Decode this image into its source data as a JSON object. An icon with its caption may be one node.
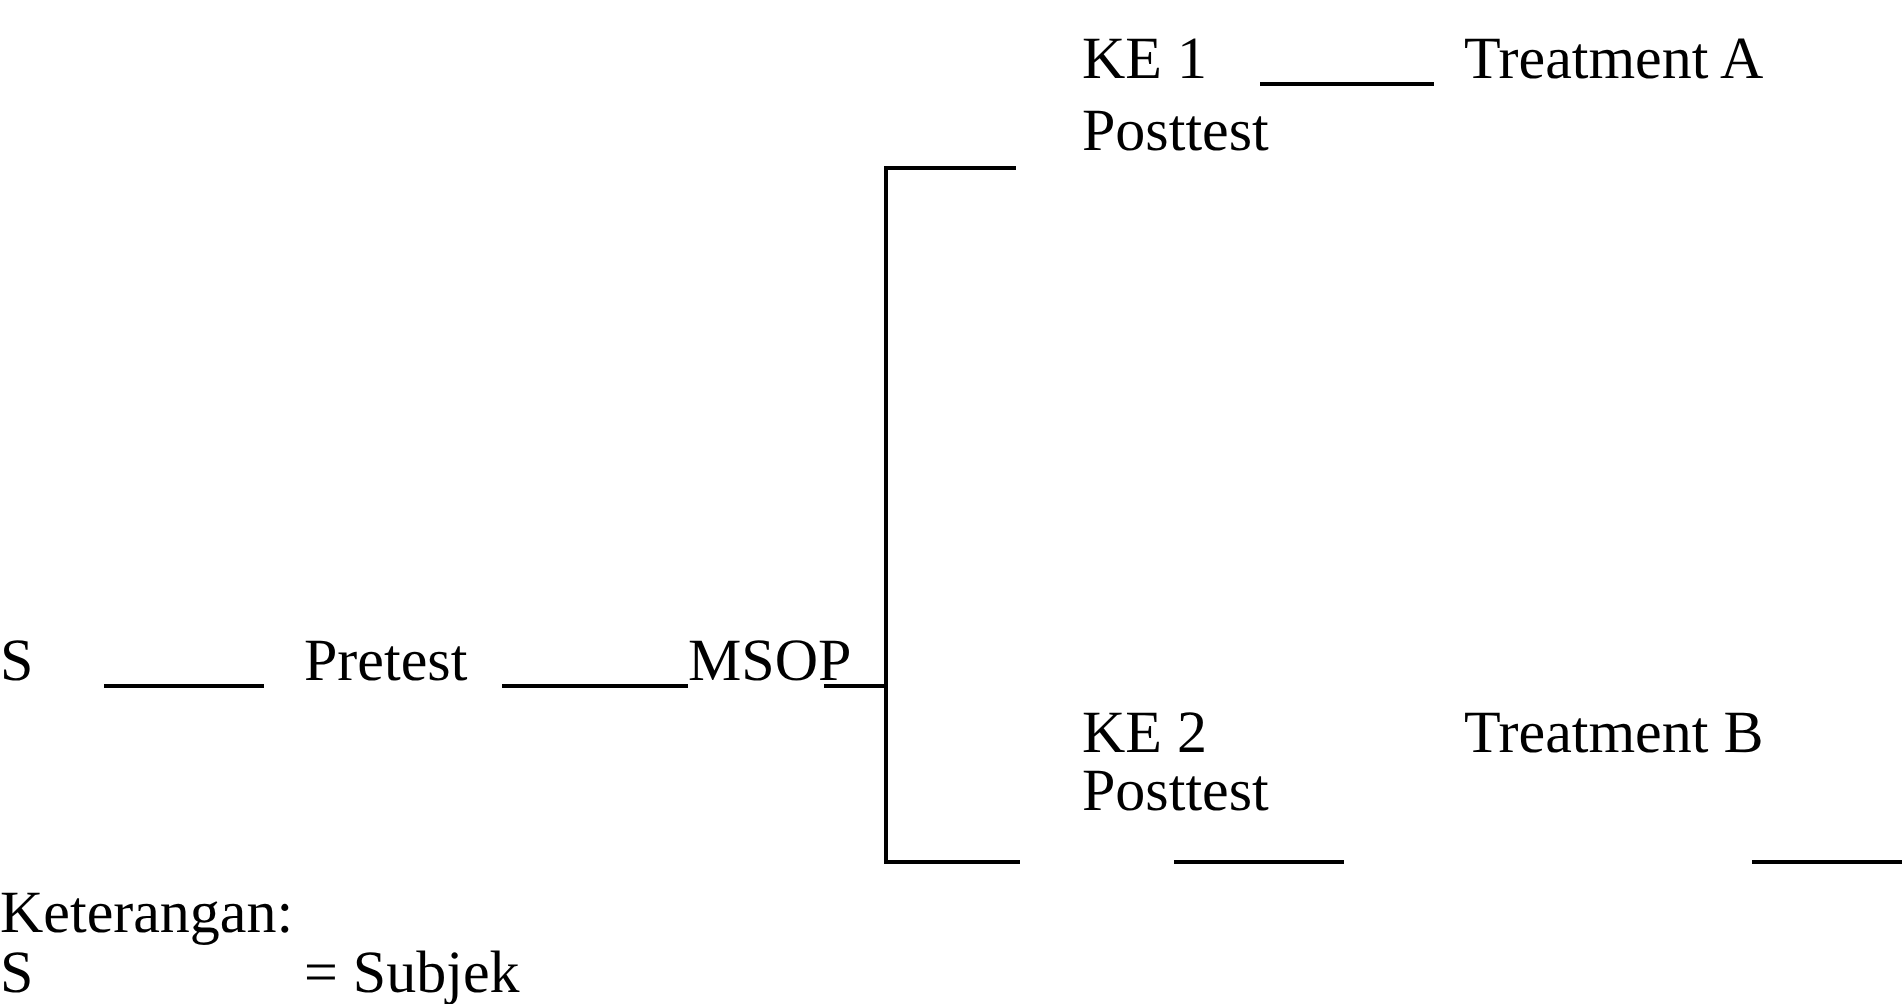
{
  "diagram": {
    "nodes": [
      {
        "text": [
          "S"
        ]
      },
      {
        "text": [
          "Pretest"
        ]
      },
      {
        "text": [
          "MSOP"
        ]
      },
      {
        "text": [
          "KE 1"
        ]
      },
      {
        "text": [
          "Treatment A"
        ]
      },
      {
        "text": [
          "KE 2"
        ]
      },
      {
        "text": [
          "Treatment B"
        ]
      }
    ],
    "edges": [
      {
        "from": 0,
        "to": 1,
        "arrow": "none"
      },
      {
        "from": 1,
        "to": 2,
        "arrow": "none"
      },
      {
        "from": 2,
        "to": 3,
        "arrow": "none"
      },
      {
        "from": 2,
        "to": 5,
        "arrow": "none"
      },
      {
        "from": 3,
        "to": 4,
        "arrow": "none"
      }
    ],
    "labels": [
      "Posttest",
      "Posttest",
      "Keterangan:",
      "S",
      "= Subjek"
    ]
  }
}
